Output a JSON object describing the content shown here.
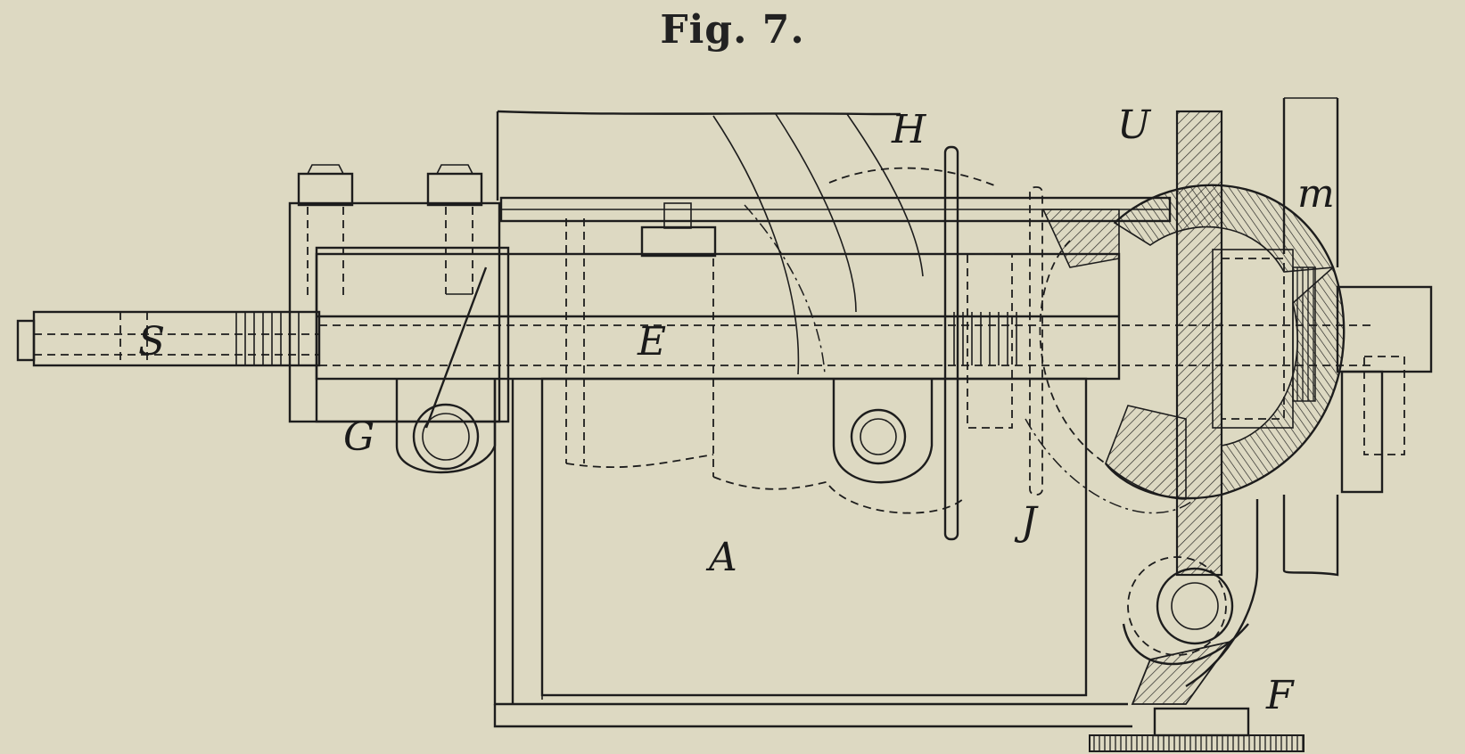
{
  "figure": {
    "title": "Fig. 7."
  },
  "labels": {
    "S": "S",
    "E": "E",
    "G": "G",
    "H": "H",
    "U": "U",
    "m": "m",
    "J": "J",
    "A": "A",
    "F": "F"
  }
}
